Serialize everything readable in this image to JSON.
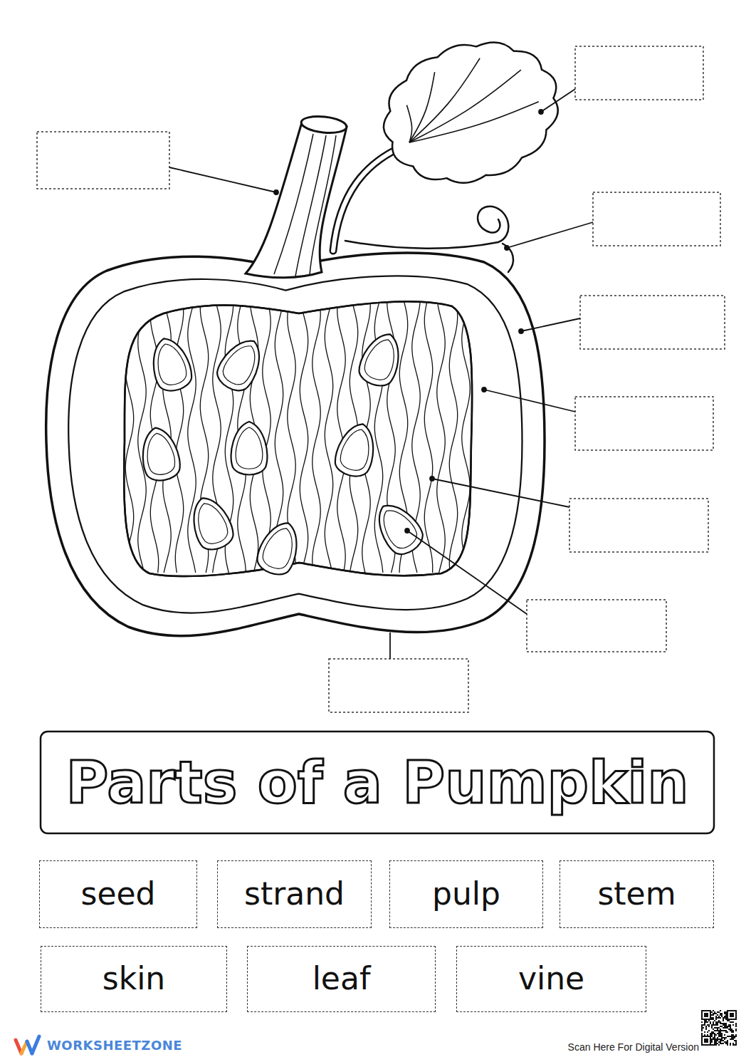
{
  "diagram": {
    "title": "Parts of a Pumpkin",
    "nodes": [
      {
        "text": [
          "seed"
        ]
      },
      {
        "text": [
          "strand"
        ]
      },
      {
        "text": [
          "pulp"
        ]
      },
      {
        "text": [
          "stem"
        ]
      },
      {
        "text": [
          "skin"
        ]
      },
      {
        "text": [
          "leaf"
        ]
      },
      {
        "text": [
          "vine"
        ]
      }
    ],
    "labels": [
      "WORKSHEETZONE",
      "Scan Here For Digital Version"
    ]
  }
}
